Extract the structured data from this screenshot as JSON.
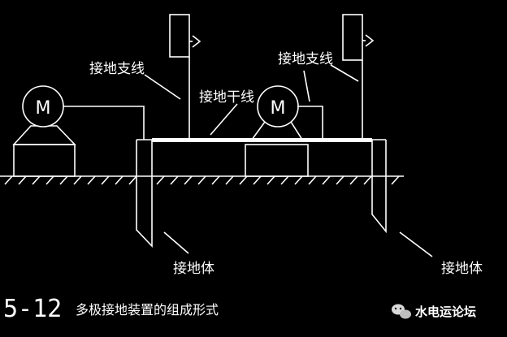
{
  "labels": {
    "branch_left": "接地支线",
    "branch_right": "接地支线",
    "trunk": "接地干线",
    "electrode_left": "接地体",
    "electrode_right": "接地体"
  },
  "motors": {
    "left_letter": "M",
    "right_letter": "M"
  },
  "caption": {
    "number": "5-12",
    "title": "多极接地装置的组成形式"
  },
  "watermark": {
    "text": "水电运论坛",
    "icon": "wechat-icon"
  },
  "colors": {
    "background": "#000000",
    "foreground": "#ffffff"
  }
}
